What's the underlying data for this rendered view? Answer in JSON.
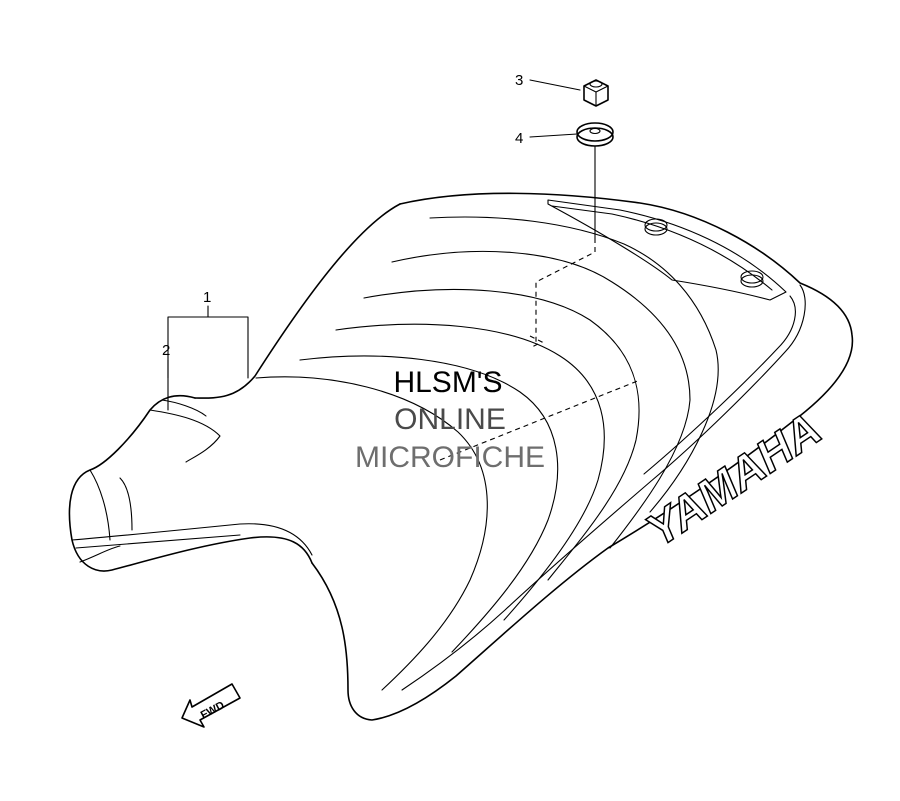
{
  "callouts": {
    "part1": "1",
    "part2": "2",
    "part3": "3",
    "part4": "4"
  },
  "brand_text": "YAMAHA",
  "direction_label": "FWD",
  "watermark": {
    "line1": "HLSM'S",
    "line2": "ONLINE",
    "line3": "MICROFICHE",
    "colors": {
      "line1": "#000000",
      "line2": "#4a4a4a",
      "line3": "#6e6e6e"
    }
  }
}
